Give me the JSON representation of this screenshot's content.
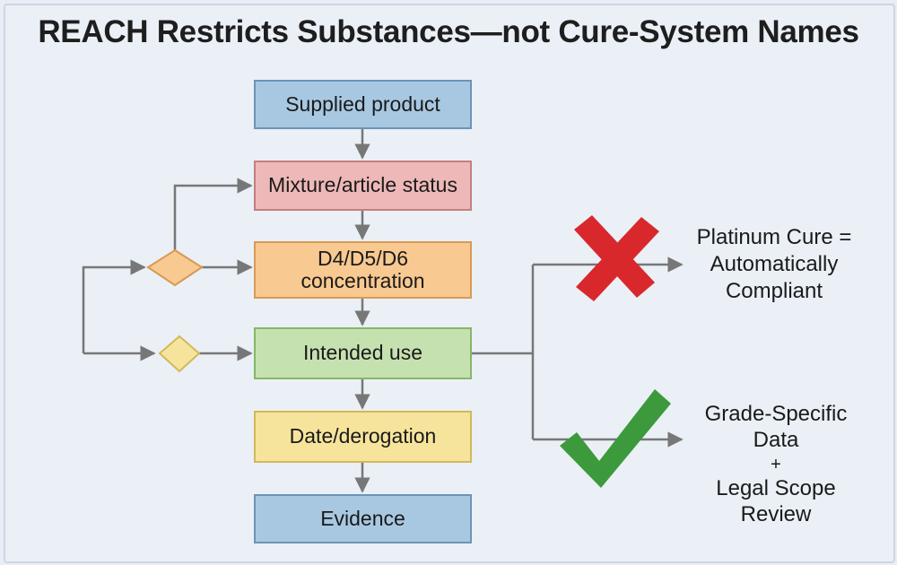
{
  "title": "REACH Restricts Substances—not Cure-System Names",
  "steps": [
    {
      "label": "Supplied product",
      "color": "#a8c8e2"
    },
    {
      "label": "Mixture/article status",
      "color": "#eeb8b8"
    },
    {
      "label_lines": [
        "D4/D5/D6",
        "concentration"
      ],
      "color": "#f8c990"
    },
    {
      "label": "Intended use",
      "color": "#c6e1b0"
    },
    {
      "label": "Date/derogation",
      "color": "#f7e49c"
    },
    {
      "label": "Evidence",
      "color": "#a8c8e2"
    }
  ],
  "decisions": [
    {
      "name": "decision-orange",
      "color": "#f8c990"
    },
    {
      "name": "decision-yellow",
      "color": "#f7e49c"
    }
  ],
  "outcomes": {
    "wrong": {
      "icon": "cross-icon",
      "color": "#d9282c",
      "lines": [
        "Platinum Cure =",
        "Automatically",
        "Compliant"
      ]
    },
    "right": {
      "icon": "check-icon",
      "color": "#3c9a3c",
      "lines": [
        "Grade-Specific",
        "Data",
        "+",
        "Legal Scope",
        "Review"
      ]
    }
  },
  "connector_color": "#777777"
}
